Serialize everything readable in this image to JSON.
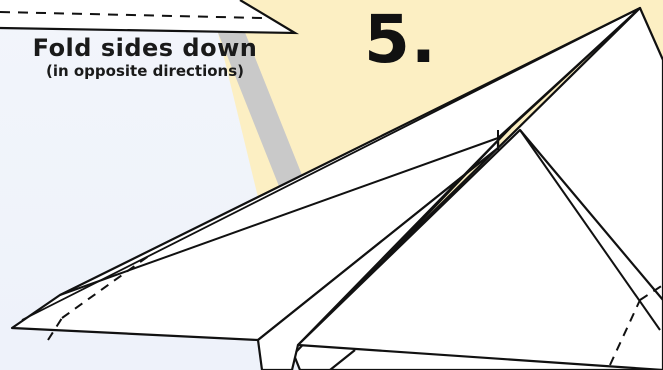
{
  "step": {
    "number": "5.",
    "title": "Fold sides down",
    "subtitle": "(in opposite directions)"
  },
  "colors": {
    "background_light": "#eef2fa",
    "background_warm": "#fcefc3",
    "crease_band": "#c9c9c9",
    "paper": "#ffffff",
    "outline": "#111111"
  },
  "icons": [
    "paper-airplane-illustration",
    "fold-line-dashed"
  ]
}
